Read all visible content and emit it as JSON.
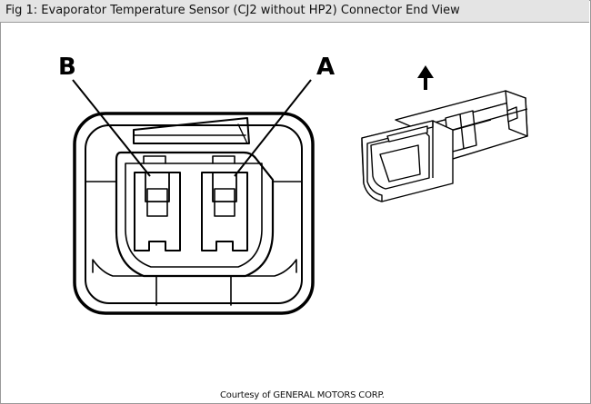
{
  "title": "Fig 1: Evaporator Temperature Sensor (CJ2 without HP2) Connector End View",
  "pins": {
    "left_label": "B",
    "right_label": "A"
  },
  "credit": "Courtesy of GENERAL MOTORS CORP.",
  "icons": {
    "orientation": "up-arrow-icon"
  },
  "colors": {
    "title_bar": "#e4e4e4",
    "line": "#000000"
  }
}
